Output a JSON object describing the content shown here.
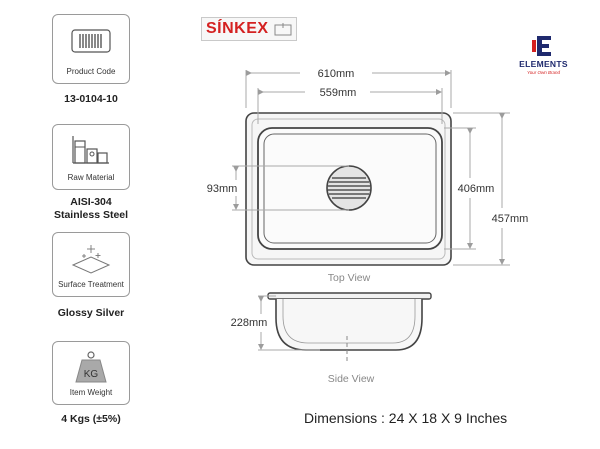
{
  "brand": {
    "name": "SÍNKEX"
  },
  "logo": {
    "name": "ELEMENTS",
    "tagline": "Your Own Brand",
    "color": "#1f2a6e",
    "accent": "#d42121"
  },
  "specs": [
    {
      "caption": "Product Code",
      "value": "13-0104-10",
      "icon": "barcode-icon"
    },
    {
      "caption": "Raw Material",
      "value_line1": "AISI-304",
      "value_line2": "Stainless Steel",
      "icon": "factory-icon"
    },
    {
      "caption": "Surface Treatment",
      "value": "Glossy Silver",
      "icon": "sparkle-surface-icon"
    },
    {
      "caption": "Item Weight",
      "value": "4 Kgs (±5%)",
      "icon": "kg-weight-icon",
      "icon_text": "KG"
    }
  ],
  "drawing": {
    "overall_width": "610mm",
    "bowl_width": "559mm",
    "drain_diameter": "93mm",
    "bowl_length": "406mm",
    "overall_length": "457mm",
    "depth": "228mm",
    "top_view_label": "Top View",
    "side_view_label": "Side View"
  },
  "footer": {
    "dimensions": "Dimensions : 24 X 18 X 9 Inches"
  }
}
